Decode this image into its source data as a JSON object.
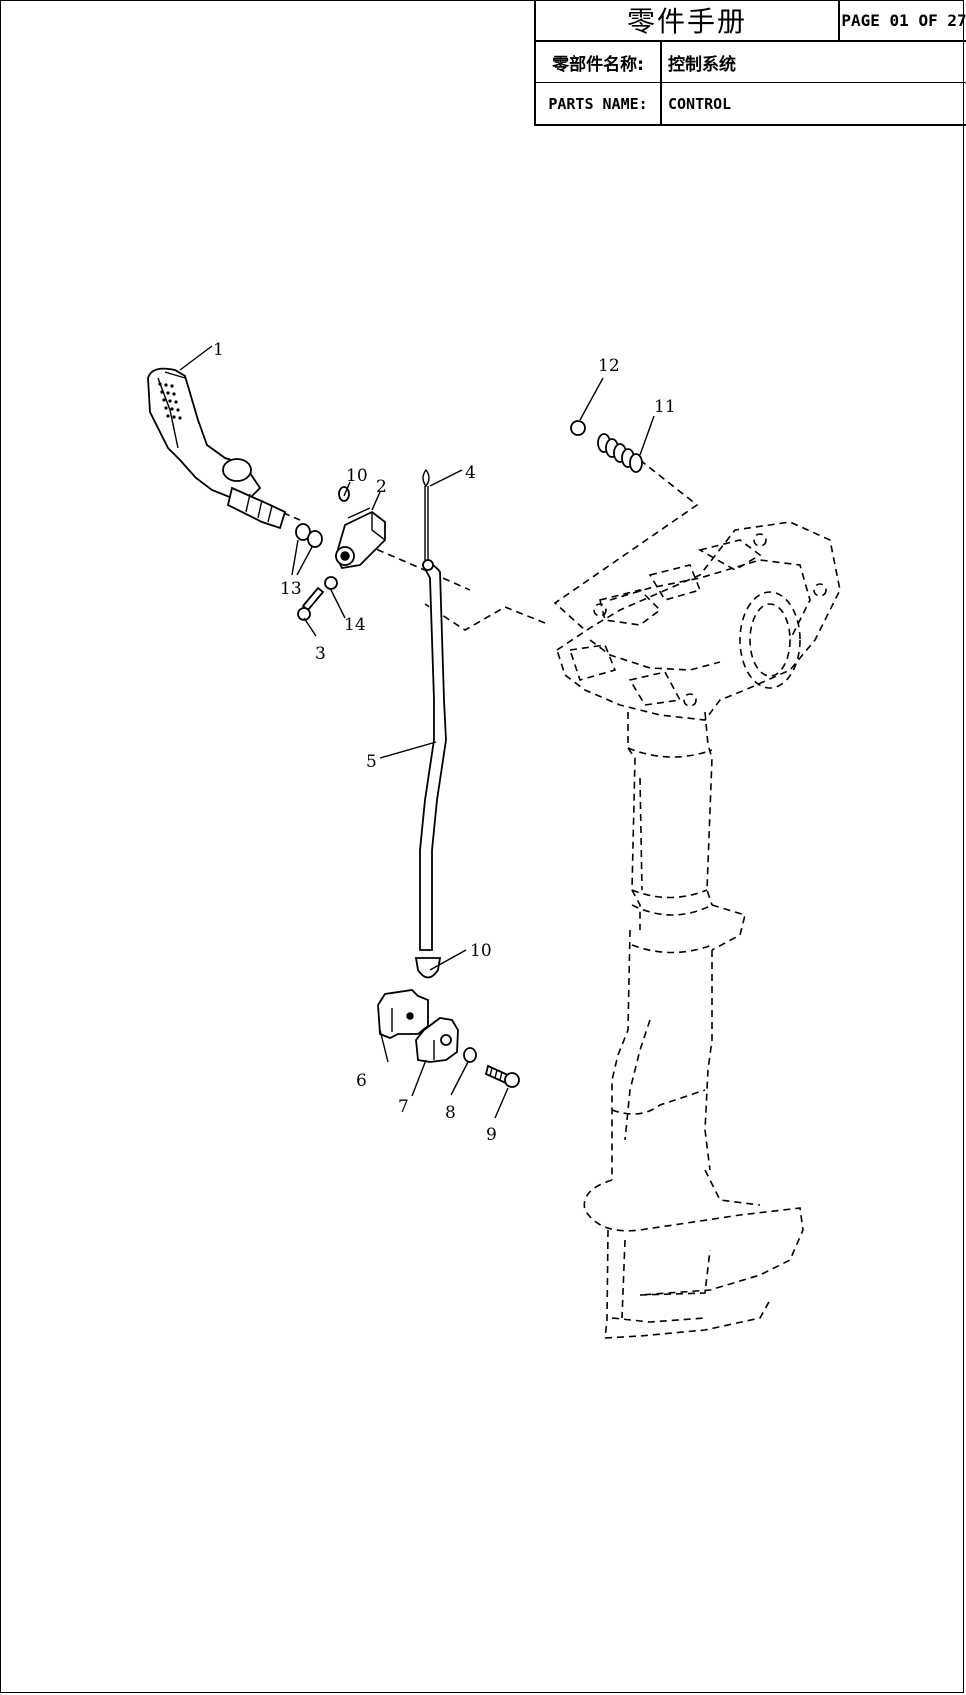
{
  "header": {
    "title": "零件手册",
    "page": "PAGE 01 OF 27",
    "parts_name_label_cn": "零部件名称:",
    "parts_name_value_cn": "控制系统",
    "parts_name_label_en": "PARTS NAME:",
    "parts_name_value_en": "CONTROL"
  },
  "callouts": {
    "c1": "1",
    "c2": "2",
    "c3": "3",
    "c4": "4",
    "c5": "5",
    "c6": "6",
    "c7": "7",
    "c8": "8",
    "c9": "9",
    "c10a": "10",
    "c10b": "10",
    "c11": "11",
    "c12": "12",
    "c13": "13",
    "c14": "14"
  }
}
